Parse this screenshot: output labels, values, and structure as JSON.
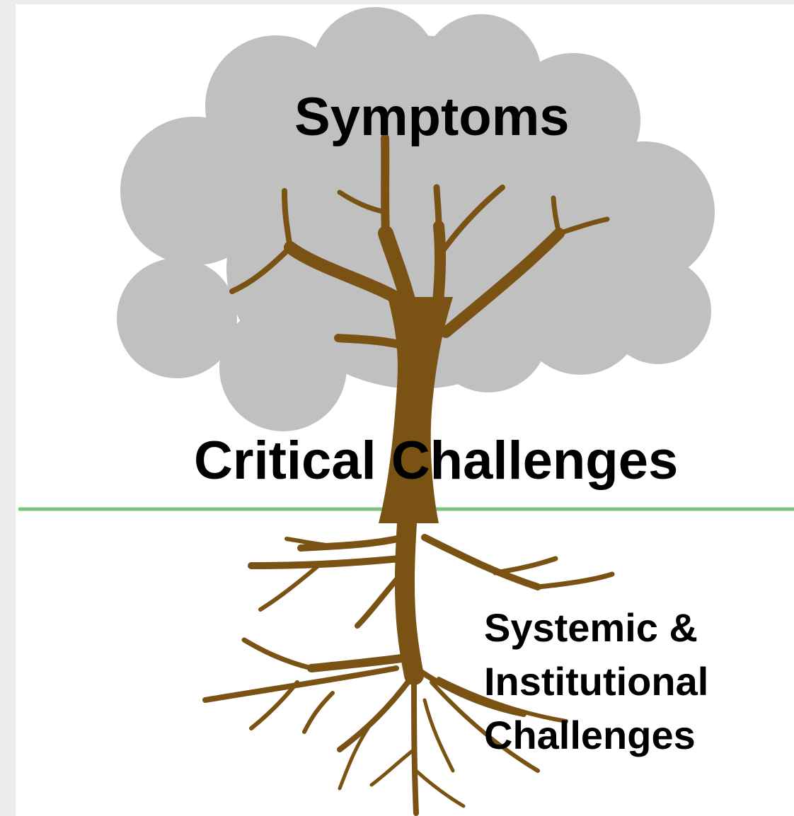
{
  "labels": {
    "top": "Symptoms",
    "middle": "Critical Challenges",
    "bottom_lines": [
      "Systemic &",
      "Institutional",
      "Challenges"
    ]
  },
  "colors": {
    "canopy": "#c0c0c0",
    "trunk": "#7a5214",
    "ground_line": "#7dc37e",
    "page": "#ffffff",
    "frame": "#ececec"
  },
  "icons": [
    "tree-canopy-icon",
    "tree-trunk-icon",
    "tree-roots-icon"
  ]
}
